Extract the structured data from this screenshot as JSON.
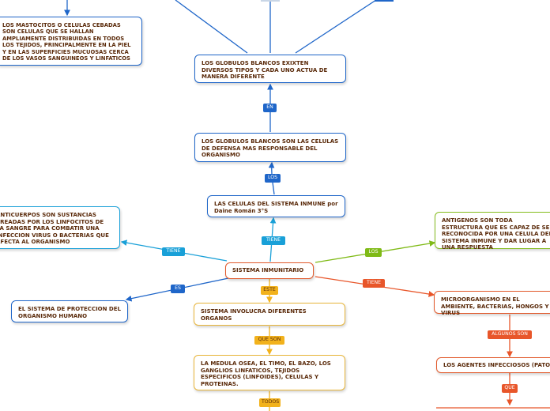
{
  "colors": {
    "blue": "#1f66c9",
    "sky": "#19a0d8",
    "gold": "#f2b21c",
    "red": "#e8562a",
    "green": "#7fba16"
  },
  "nodes": {
    "mastocitos": "LOS MASTOCITOS O CELULAS CEBADAS SON CELULAS QUE SE HALLAN AMPLIAMENTE DISTRIBUIDAS EN TODOS LOS TEJIDOS, PRINCIPALMENTE EN LA PIEL Y EN LAS SUPERFICIES MUCUOSAS CERCA DE LOS VASOS SANGUINEOS Y LINFATICOS",
    "tipos": "LOS GLOBULOS BLANCOS EXIXTEN DIVERSOS TIPOS Y CADA UNO ACTUA DE MANERA DIFERENTE",
    "defensa": "LOS GLOBULOS BLANCOS SON LAS CELULAS DE DEFENSA MAS RESPONSABLE DEL ORGANISMO",
    "celulas": "LAS CELULAS DEL SISTEMA INMUNE por Daine Román  3°S",
    "root": "SISTEMA INMUNITARIO",
    "anticuerpos": "ANTICUERPOS SON SUSTANCIAS CREADAS POR LOS LINFOCITOS DE LA SANGRE PARA COMBATIR UNA INFECCION VIRUS O BACTERIAS QUE AFECTA AL ORGANISMO",
    "proteccion": "EL SISTEMA DE PROTECCION DEL ORGANISMO HUMANO",
    "organos": "SISTEMA INVOLUCRA DIFERENTES ORGANOS",
    "medula": "LA MEDULA OSEA, EL TIMO, EL BAZO, LOS GANGLIOS LINFATICOS, TEJIDOS ESPECIFICOS (LINFOIDES), CELULAS Y PROTEINAS.",
    "antigenos": "ANTIGENOS SON TODA ESTRUCTURA QUE ES CAPAZ DE SER RECONOCIDA POR UNA CELULA DEL SISTEMA INMUNE Y DAR LUGAR A UNA RESPUESTA",
    "microorganismo": "MICROORGANISMO EN EL AMBIENTE, BACTERIAS, HONGOS Y VIRUS",
    "agentes": "LOS AGENTES INFECCIOSOS (PATO"
  },
  "labels": {
    "en": "EN",
    "los_blue": "LOS",
    "tiene_sky": "TIENE",
    "tiene_left": "TIENE",
    "es": "ES",
    "este": "ESTE",
    "que_son": "QUE SON",
    "todos": "TODOS",
    "los_green": "LOS",
    "tiene_red": "TIENE",
    "algunos_son": "ALGUNOS SON",
    "que": "QUE"
  }
}
